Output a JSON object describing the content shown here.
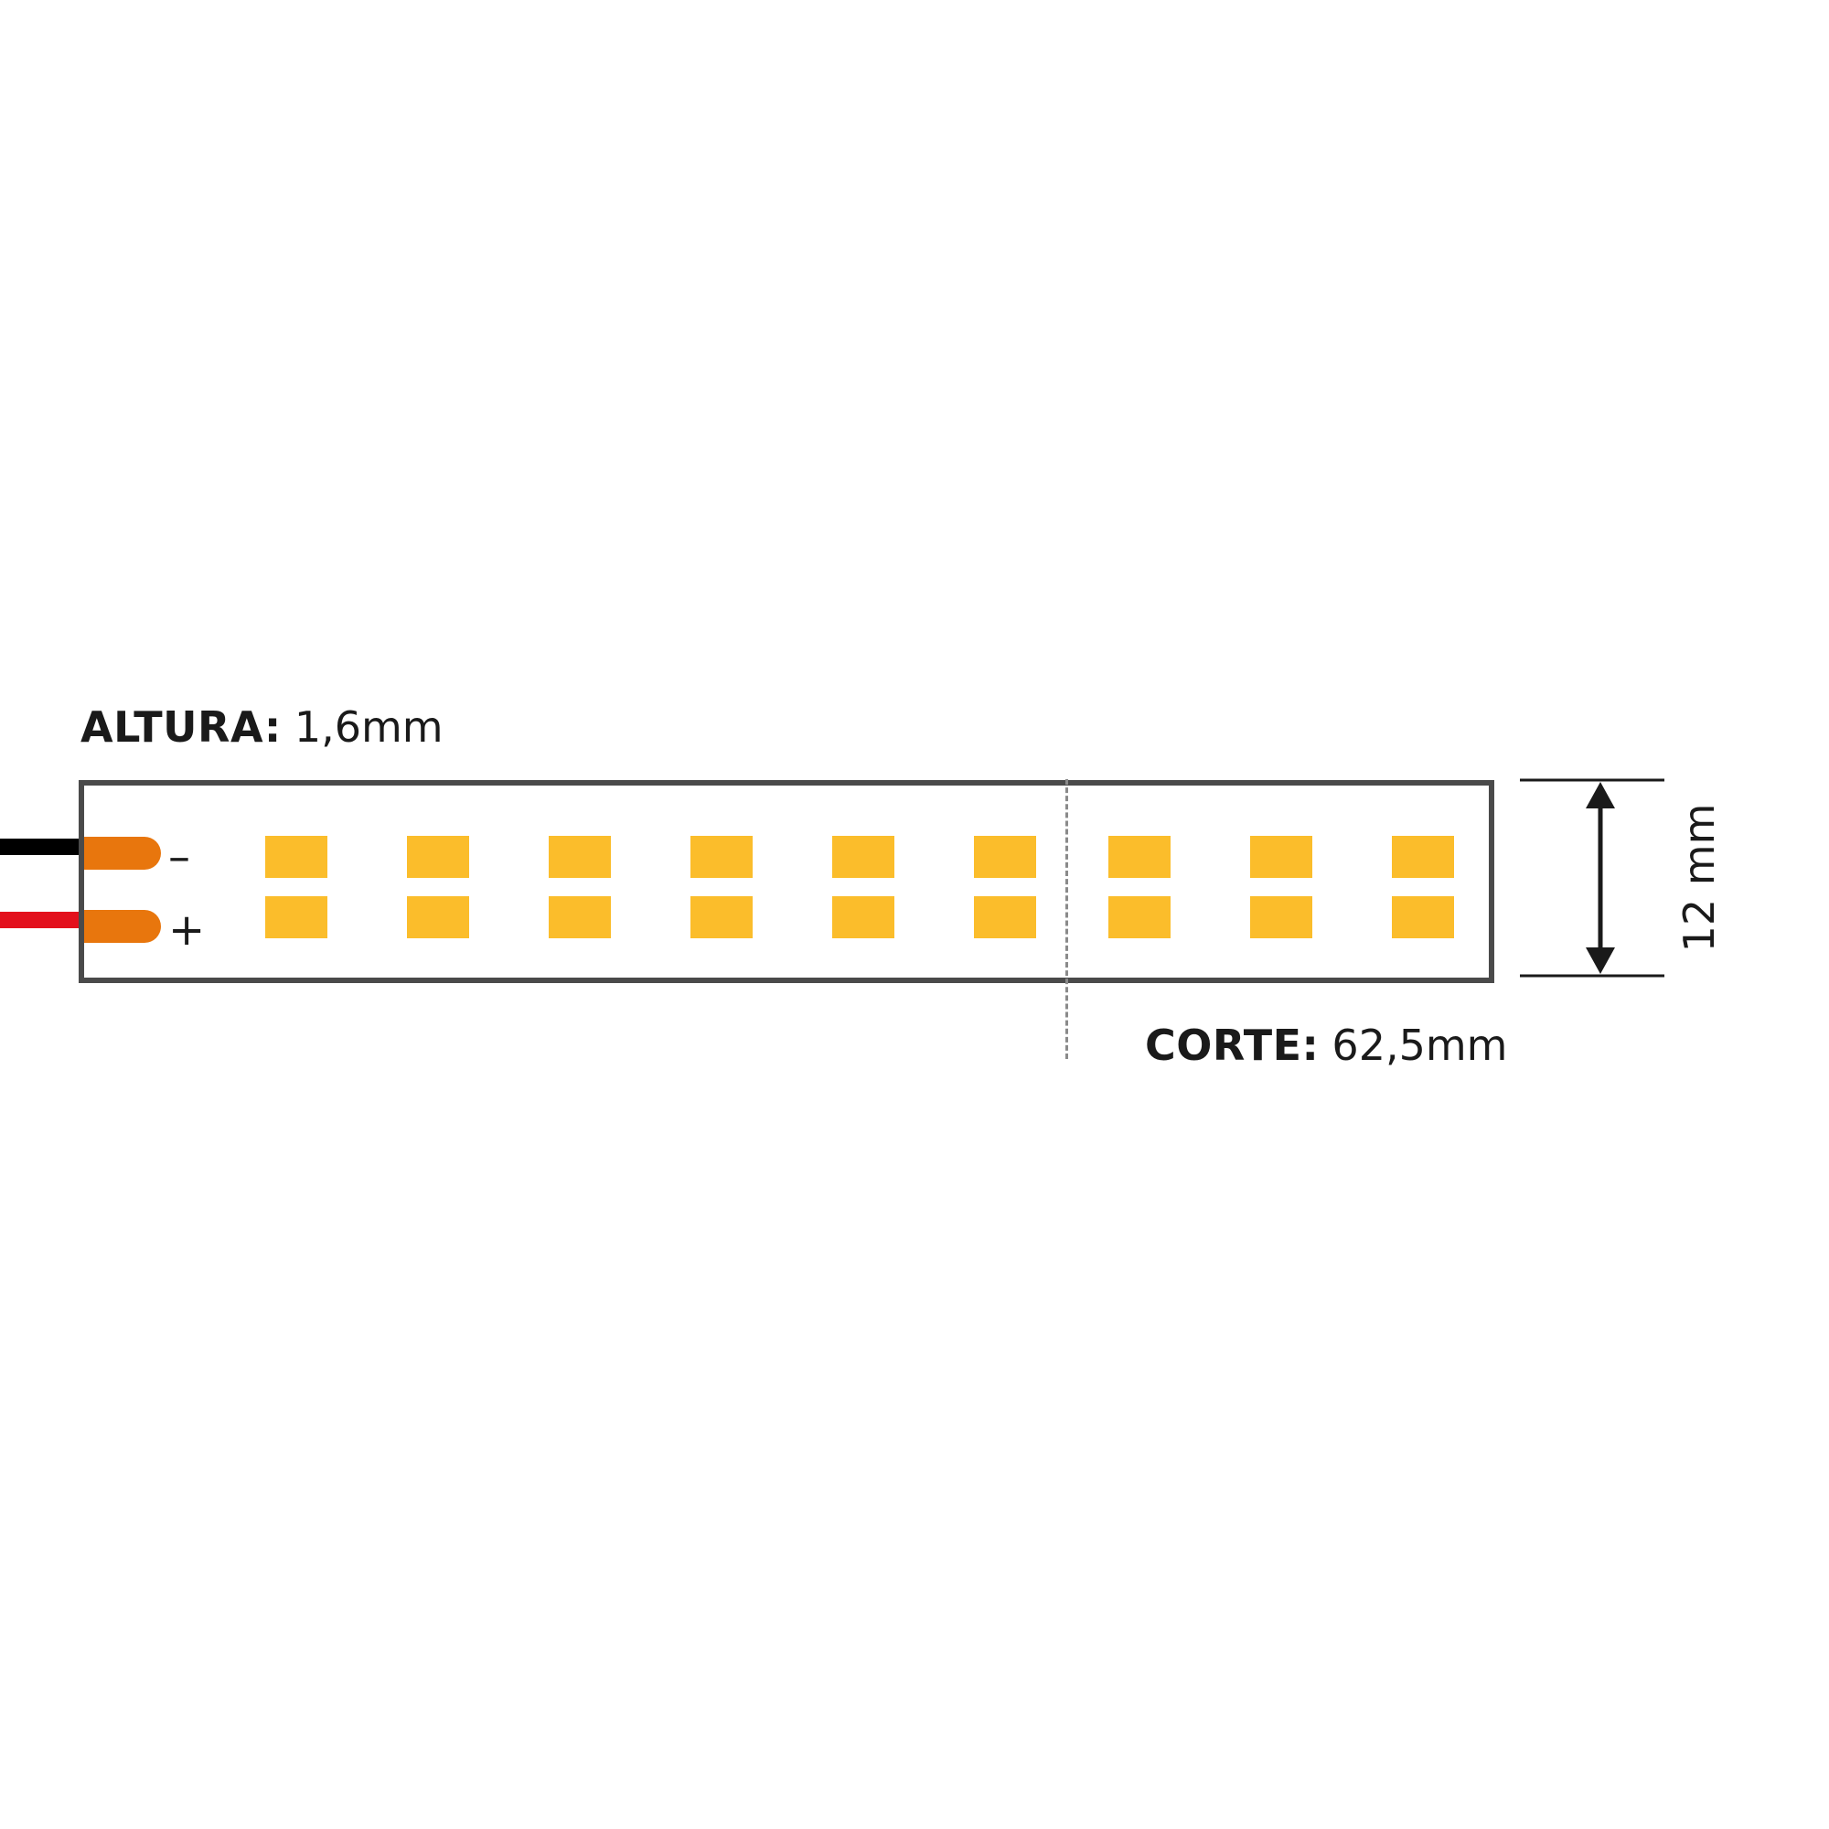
{
  "labels": {
    "altura_key": "ALTURA:",
    "altura_value": "1,6mm",
    "corte_key": "CORTE:",
    "corte_value": "62,5mm",
    "width_dim": "12 mm"
  },
  "terminals": {
    "negative_symbol": "–",
    "positive_symbol": "+"
  },
  "colors": {
    "wire_negative": "#000000",
    "wire_positive": "#e3101c",
    "pad": "#e8760d",
    "led": "#fbbd2b",
    "strip_border": "#4a4a4a"
  },
  "led_columns": 9,
  "led_rows": 2
}
